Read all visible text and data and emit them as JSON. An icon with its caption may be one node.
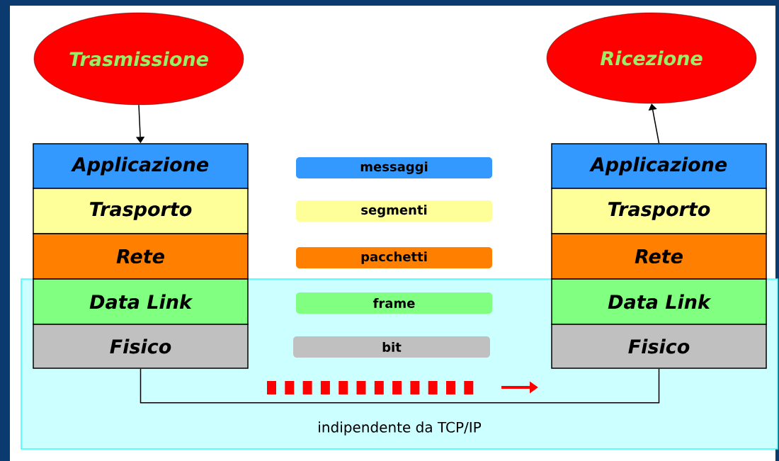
{
  "diagram": {
    "nodes": [
      {
        "text": [
          "Trasmissione"
        ]
      },
      {
        "text": [
          "Ricezione"
        ]
      },
      {
        "text": [
          "indipendente da TCP/IP"
        ]
      },
      {
        "text": [
          "Applicazione"
        ]
      },
      {
        "text": [
          "Trasporto"
        ]
      },
      {
        "text": [
          "Rete"
        ]
      },
      {
        "text": [
          "Data Link"
        ],
        "in": 2
      },
      {
        "text": [
          "Fisico"
        ],
        "in": 2
      },
      {
        "text": [
          "messaggi"
        ]
      },
      {
        "text": [
          "segmenti"
        ]
      },
      {
        "text": [
          "pacchetti"
        ]
      },
      {
        "text": [
          "frame"
        ],
        "in": 2
      },
      {
        "text": [
          "bit"
        ],
        "in": 2
      },
      {
        "text": [
          "Applicazione"
        ]
      },
      {
        "text": [
          "Trasporto"
        ]
      },
      {
        "text": [
          "Rete"
        ]
      },
      {
        "text": [
          "Data Link"
        ],
        "in": 2
      },
      {
        "text": [
          "Fisico"
        ],
        "in": 2
      }
    ],
    "edges": [
      {
        "from": 0,
        "to": 3,
        "arrow": "to"
      },
      {
        "from": 13,
        "to": 1,
        "arrow": "to"
      },
      {
        "from": 7,
        "to": 17,
        "arrow": "none"
      }
    ]
  }
}
